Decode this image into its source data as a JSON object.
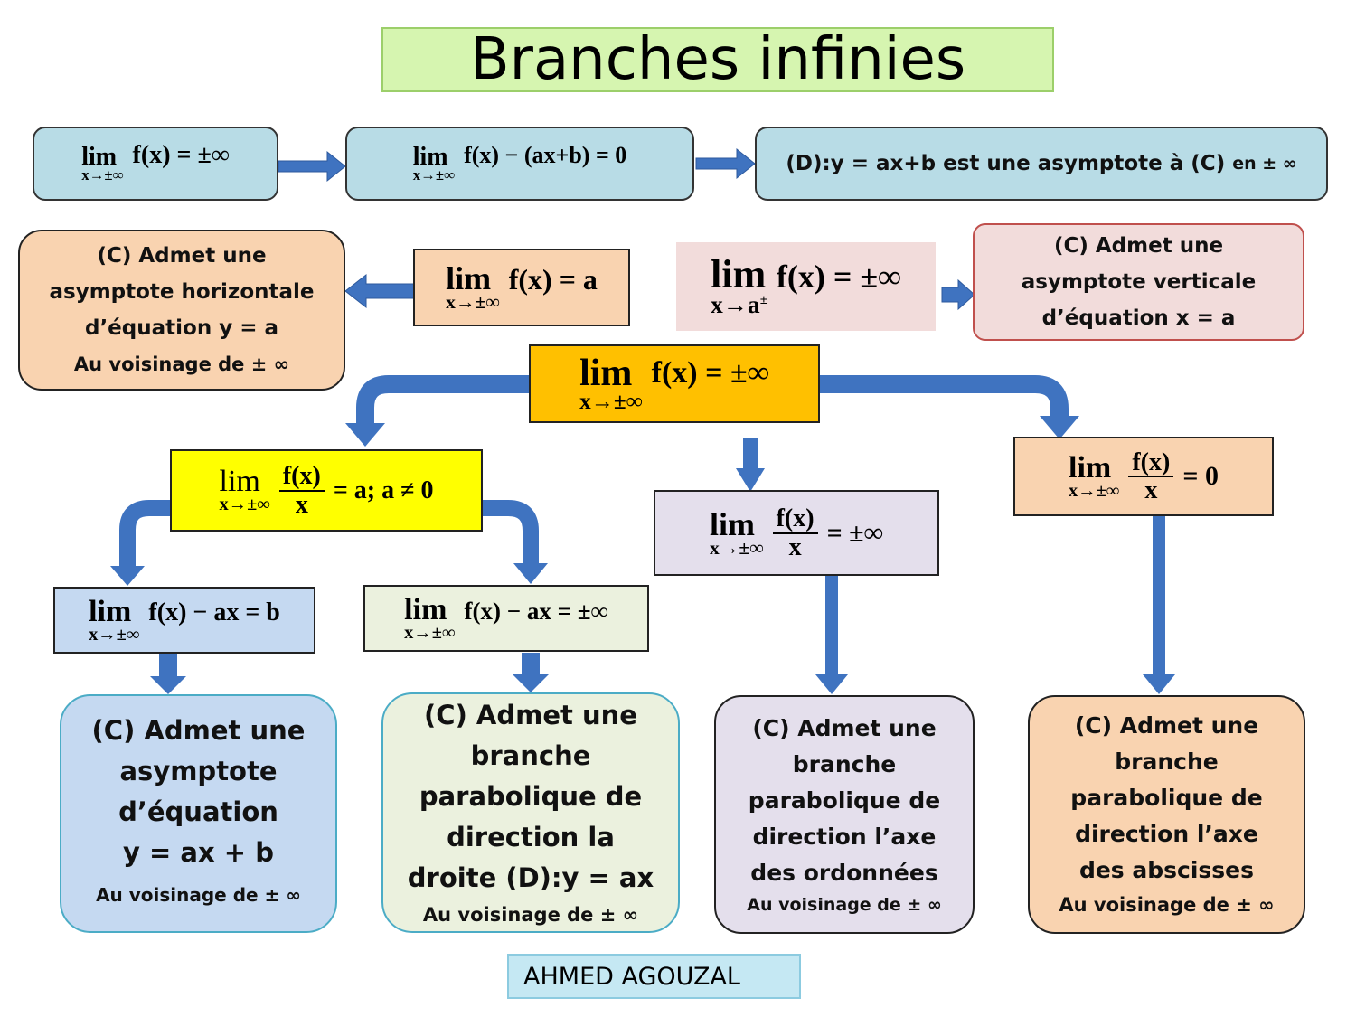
{
  "title": "Branches infinies",
  "author": "AHMED AGOUZAL",
  "colors": {
    "title_bg": "#d6f5b0",
    "blue_box": "#b8dce6",
    "orange_box": "#f9d3b0",
    "pink_box": "#f2dcdb",
    "main_box": "#ffc000",
    "yellow_box": "#ffff00",
    "lilac_box": "#e4dfec",
    "light_blue_box": "#c5d9f1",
    "green_box": "#ebf1de",
    "arrow": "#3f73c0"
  },
  "row1": {
    "m1": {
      "lim": "lim",
      "sub": "x→±∞",
      "expr": "f(x) = ±∞"
    },
    "m2": {
      "lim": "lim",
      "sub": "x→±∞",
      "expr": "f(x) − (ax+b) = 0"
    },
    "m3": {
      "main": "(D):y = ax+b est une asymptote à (C)",
      "tail": "en ± ∞"
    }
  },
  "horizontal": {
    "text": [
      "(C) Admet une",
      "asymptote horizontale",
      "d’équation  y = a",
      "Au voisinage de ± ∞"
    ],
    "lim": "lim",
    "sub": "x→±∞",
    "expr": "f(x) = a"
  },
  "vertical": {
    "lim": "lim",
    "sub": "x→a",
    "sup": "±",
    "expr": "f(x) = ±∞",
    "text": [
      "(C) Admet une",
      "asymptote verticale",
      "d’équation  x = a"
    ]
  },
  "main": {
    "lim": "lim",
    "sub": "x→±∞",
    "expr": "f(x) = ±∞"
  },
  "yellow": {
    "lim": "lim",
    "sub": "x→±∞",
    "num": "f(x)",
    "den": "x",
    "rhs": "= a; a ≠ 0"
  },
  "lilac": {
    "lim": "lim",
    "sub": "x→±∞",
    "num": "f(x)",
    "den": "x",
    "rhs": "= ±∞"
  },
  "orange_zero": {
    "lim": "lim",
    "sub": "x→±∞",
    "num": "f(x)",
    "den": "x",
    "rhs": "= 0"
  },
  "blue_lim": {
    "lim": "lim",
    "sub": "x→±∞",
    "expr": "f(x) − ax = b"
  },
  "green_lim": {
    "lim": "lim",
    "sub": "x→±∞",
    "expr": "f(x) − ax = ±∞"
  },
  "result1": {
    "lines": [
      "(C) Admet une",
      "asymptote",
      "d’équation",
      "y = ax + b"
    ],
    "foot": "Au voisinage de ± ∞"
  },
  "result2": {
    "lines": [
      "(C) Admet une",
      "branche",
      "parabolique  de",
      "direction  la",
      "droite (D):y = ax"
    ],
    "foot": "Au voisinage de ± ∞"
  },
  "result3": {
    "lines": [
      "(C) Admet une",
      "branche",
      "parabolique  de",
      "direction  l’axe",
      "des ordonnées"
    ],
    "foot": "Au voisinage de ± ∞"
  },
  "result4": {
    "lines": [
      "(C) Admet une",
      "branche",
      "parabolique  de",
      "direction  l’axe",
      "des abscisses"
    ],
    "foot": "Au voisinage de ± ∞"
  }
}
